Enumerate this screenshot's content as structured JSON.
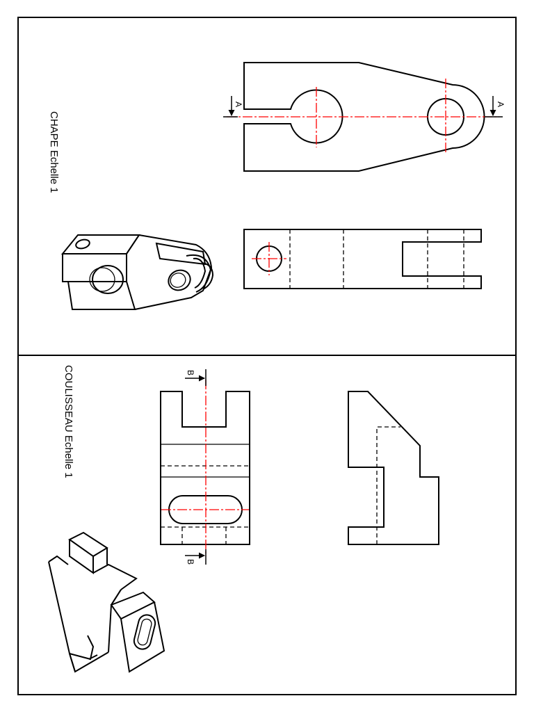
{
  "colors": {
    "line": "#000000",
    "center_line": "#ff0000",
    "background": "#ffffff"
  },
  "chape": {
    "title": "CHAPE Echelle 1",
    "section_marks": {
      "left": "A",
      "right": "A"
    }
  },
  "coulisseau": {
    "title": "COULISSEAU Echelle 1",
    "section_marks": {
      "top": "B",
      "bottom": "B"
    }
  }
}
